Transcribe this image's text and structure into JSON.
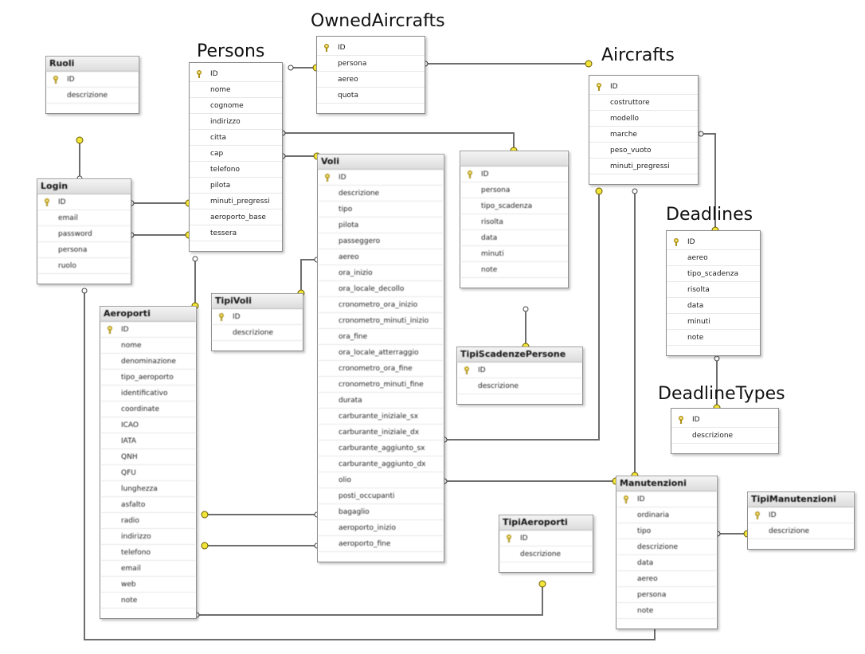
{
  "diagram": {
    "tables": [
      {
        "id": "owned_aircrafts",
        "title": "OwnedAircrafts",
        "big": true,
        "blur": false,
        "fields": [
          "ID",
          "persona",
          "aereo",
          "quota"
        ]
      },
      {
        "id": "persons",
        "title": "Persons",
        "big": true,
        "blur": false,
        "fields": [
          "ID",
          "nome",
          "cognome",
          "indirizzo",
          "citta",
          "cap",
          "telefono",
          "pilota",
          "minuti_pregressi",
          "aeroporto_base",
          "tessera"
        ]
      },
      {
        "id": "aircrafts",
        "title": "Aircrafts",
        "big": true,
        "blur": false,
        "fields": [
          "ID",
          "costruttore",
          "modello",
          "marche",
          "peso_vuoto",
          "minuti_pregressi"
        ]
      },
      {
        "id": "deadlines",
        "title": "Deadlines",
        "big": true,
        "blur": false,
        "fields": [
          "ID",
          "aereo",
          "tipo_scadenza",
          "risolta",
          "data",
          "minuti",
          "note"
        ]
      },
      {
        "id": "deadline_types",
        "title": "DeadlineTypes",
        "big": true,
        "blur": false,
        "fields": [
          "ID",
          "descrizione"
        ]
      },
      {
        "id": "ruoli",
        "title": "Ruoli",
        "big": false,
        "blur": true,
        "fields": [
          "ID",
          "descrizione"
        ]
      },
      {
        "id": "login",
        "title": "Login",
        "big": false,
        "blur": true,
        "fields": [
          "ID",
          "email",
          "password",
          "persona",
          "ruolo"
        ]
      },
      {
        "id": "aeroporti",
        "title": "Aeroporti",
        "big": false,
        "blur": true,
        "fields": [
          "ID",
          "nome",
          "denominazione",
          "tipo_aeroporto",
          "identificativo",
          "coordinate",
          "ICAO",
          "IATA",
          "QNH",
          "QFU",
          "lunghezza",
          "asfalto",
          "radio",
          "indirizzo",
          "telefono",
          "email",
          "web",
          "note"
        ]
      },
      {
        "id": "tipi_voli",
        "title": "TipiVoli",
        "big": false,
        "blur": true,
        "fields": [
          "ID",
          "descrizione"
        ]
      },
      {
        "id": "voli",
        "title": "Voli",
        "big": false,
        "blur": true,
        "fields": [
          "ID",
          "descrizione",
          "tipo",
          "pilota",
          "passeggero",
          "aereo",
          "ora_inizio",
          "ora_locale_decollo",
          "cronometro_ora_inizio",
          "cronometro_minuti_inizio",
          "ora_fine",
          "ora_locale_atterraggio",
          "cronometro_ora_fine",
          "cronometro_minuti_fine",
          "durata",
          "carburante_iniziale_sx",
          "carburante_iniziale_dx",
          "carburante_aggiunto_sx",
          "carburante_aggiunto_dx",
          "olio",
          "posti_occupanti",
          "bagaglio",
          "aeroporto_inizio",
          "aeroporto_fine"
        ]
      },
      {
        "id": "scadenze_persone",
        "title": "",
        "big": false,
        "blur": true,
        "fields": [
          "ID",
          "persona",
          "tipo_scadenza",
          "risolta",
          "data",
          "minuti",
          "note"
        ]
      },
      {
        "id": "tipi_scadenze_persone",
        "title": "TipiScadenzePersone",
        "big": false,
        "blur": true,
        "fields": [
          "ID",
          "descrizione"
        ]
      },
      {
        "id": "tipi_aeroporti",
        "title": "TipiAeroporti",
        "big": false,
        "blur": true,
        "fields": [
          "ID",
          "descrizione"
        ]
      },
      {
        "id": "manutenzioni",
        "title": "Manutenzioni",
        "big": false,
        "blur": true,
        "fields": [
          "ID",
          "ordinaria",
          "tipo",
          "descrizione",
          "data",
          "aereo",
          "persona",
          "note"
        ]
      },
      {
        "id": "tipi_manutenzioni",
        "title": "TipiManutenzioni",
        "big": false,
        "blur": true,
        "fields": [
          "ID",
          "descrizione"
        ]
      }
    ],
    "relationships": [
      {
        "from": "owned_aircrafts",
        "to": "persons"
      },
      {
        "from": "owned_aircrafts",
        "to": "aircrafts"
      },
      {
        "from": "login",
        "to": "persons"
      },
      {
        "from": "login",
        "to": "ruoli"
      },
      {
        "from": "aeroporti",
        "to": "persons"
      },
      {
        "from": "voli",
        "to": "persons"
      },
      {
        "from": "scadenze_persone",
        "to": "persons"
      },
      {
        "from": "voli",
        "to": "tipi_voli"
      },
      {
        "from": "scadenze_persone",
        "to": "tipi_scadenze_persone"
      },
      {
        "from": "voli",
        "to": "aircrafts"
      },
      {
        "from": "manutenzioni",
        "to": "aircrafts"
      },
      {
        "from": "deadlines",
        "to": "aircrafts"
      },
      {
        "from": "deadlines",
        "to": "deadline_types"
      },
      {
        "from": "voli",
        "to": "aeroporti"
      },
      {
        "from": "aeroporti",
        "to": "tipi_aeroporti"
      },
      {
        "from": "manutenzioni",
        "to": "tipi_manutenzioni"
      },
      {
        "from": "voli",
        "to": "manutenzioni"
      },
      {
        "from": "login",
        "to": "manutenzioni"
      }
    ],
    "colors": {
      "one_end": "#f2e53a",
      "many_end": "#ffffff",
      "line": "#6d6d6d",
      "key": "#e0c020"
    }
  }
}
